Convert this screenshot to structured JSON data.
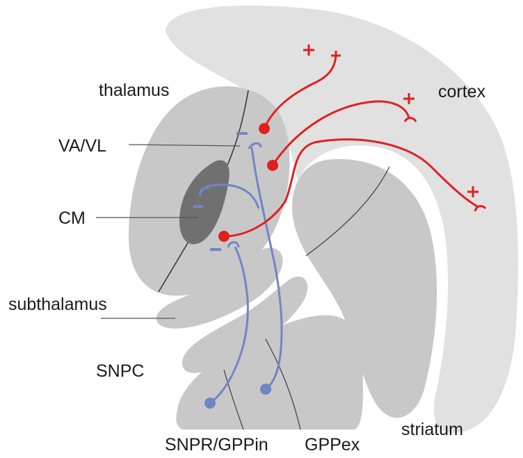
{
  "labels": {
    "thalamus": "thalamus",
    "cortex": "cortex",
    "va_vl": "VA/VL",
    "cm": "CM",
    "subthalamus": "subthalamus",
    "snpc": "SNPC",
    "snpr_gppin": "SNPR/GPPin",
    "gppex": "GPPex",
    "striatum": "striatum"
  },
  "signs": {
    "excitatory": "+",
    "inhibitory": "–"
  },
  "colors": {
    "excitatory": "#e0201e",
    "inhibitory": "#6f86c6",
    "cortex_fill": "#e0e0e0",
    "region_fill": "#c9c9c9",
    "cm_fill": "#6e6e6e"
  }
}
